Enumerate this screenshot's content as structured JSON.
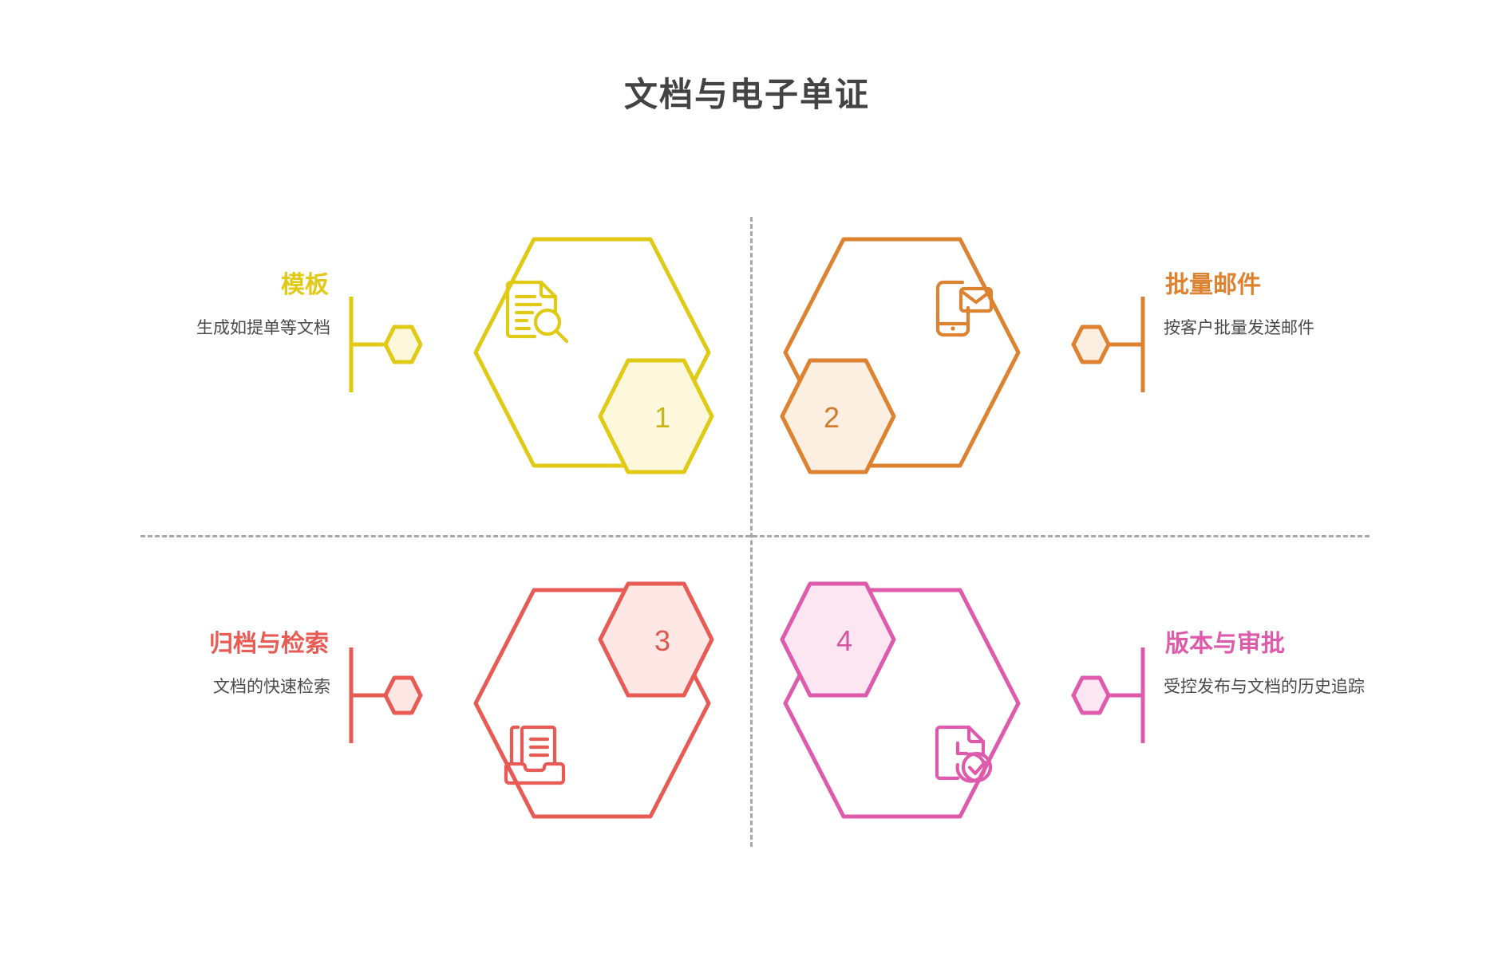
{
  "header": {
    "title": "文档与电子单证"
  },
  "colors": {
    "yellow": "#E0CA16",
    "yellow_fill": "#FDF8DC",
    "orange": "#DD8230",
    "orange_fill": "#FCEEE0",
    "red": "#E75B54",
    "red_fill": "#FCE7E5",
    "pink": "#DE5BAC",
    "pink_fill": "#FBE6F2",
    "title_text": "#434343",
    "body_text": "#4a4a4a",
    "divider": "#a8a8a8"
  },
  "quadrants": [
    {
      "number": "1",
      "title": "模板",
      "description": "生成如提单等文档",
      "icon": "document-search-icon",
      "color": "#E0CA16",
      "fill": "#FDF8DC"
    },
    {
      "number": "2",
      "title": "批量邮件",
      "description": "按客户批量发送邮件",
      "icon": "mobile-mail-icon",
      "color": "#DD8230",
      "fill": "#FCEEE0"
    },
    {
      "number": "3",
      "title": "归档与检索",
      "description": "文档的快速检索",
      "icon": "document-tray-icon",
      "color": "#E75B54",
      "fill": "#FCE7E5"
    },
    {
      "number": "4",
      "title": "版本与审批",
      "description": "受控发布与文档的历史追踪",
      "icon": "document-clock-check-icon",
      "color": "#DE5BAC",
      "fill": "#FBE6F2"
    }
  ]
}
